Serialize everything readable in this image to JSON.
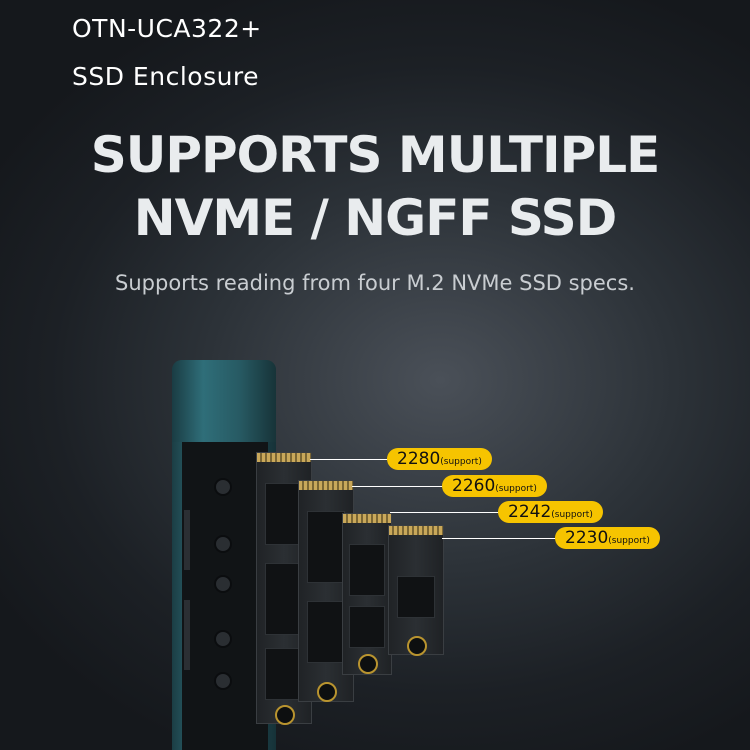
{
  "brand": {
    "model": "OTN-UCA322+",
    "product_type": "SSD Enclosure"
  },
  "headline": {
    "line1": "SUPPORTS MULTIPLE",
    "line2": "NVME / NGFF SSD"
  },
  "subtitle": "Supports reading from four M.2 NVMe SSD specs.",
  "specs": [
    {
      "size": "2280",
      "note": "(support)"
    },
    {
      "size": "2260",
      "note": "(support)"
    },
    {
      "size": "2242",
      "note": "(support)"
    },
    {
      "size": "2230",
      "note": "(support)"
    }
  ],
  "colors": {
    "tag": "#f6c400",
    "enclosure": "#2e6b76",
    "background": "#1c2025"
  }
}
